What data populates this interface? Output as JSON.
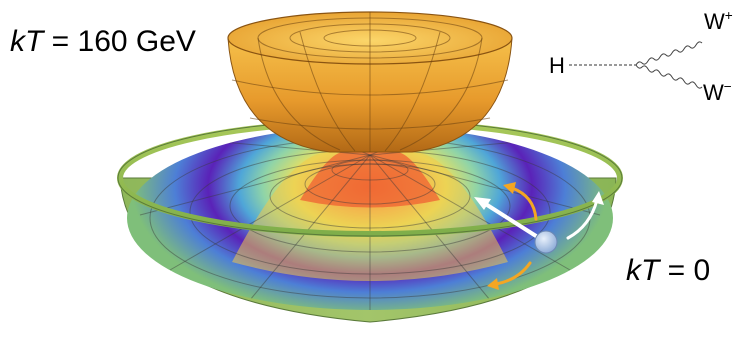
{
  "labels": {
    "hot": {
      "var": "kT",
      "eq": "= 160 GeV"
    },
    "cold": {
      "var": "kT",
      "eq": "= 0"
    }
  },
  "feynman": {
    "initial": "H",
    "final_plus": "W",
    "plus_sign": "+",
    "final_minus": "W",
    "minus_sign": "−"
  },
  "colors": {
    "hot_bowl": "#f2b33a",
    "hot_bowl_rim": "#c98a22",
    "mexican_hat_peak": "#f04a2a",
    "mexican_hat_trough": "#5a22b8",
    "outer_rim": "#96be5a",
    "ball": "#a9c2e6",
    "arrow_white": "#ffffff",
    "arrow_orange": "#f4a623"
  }
}
